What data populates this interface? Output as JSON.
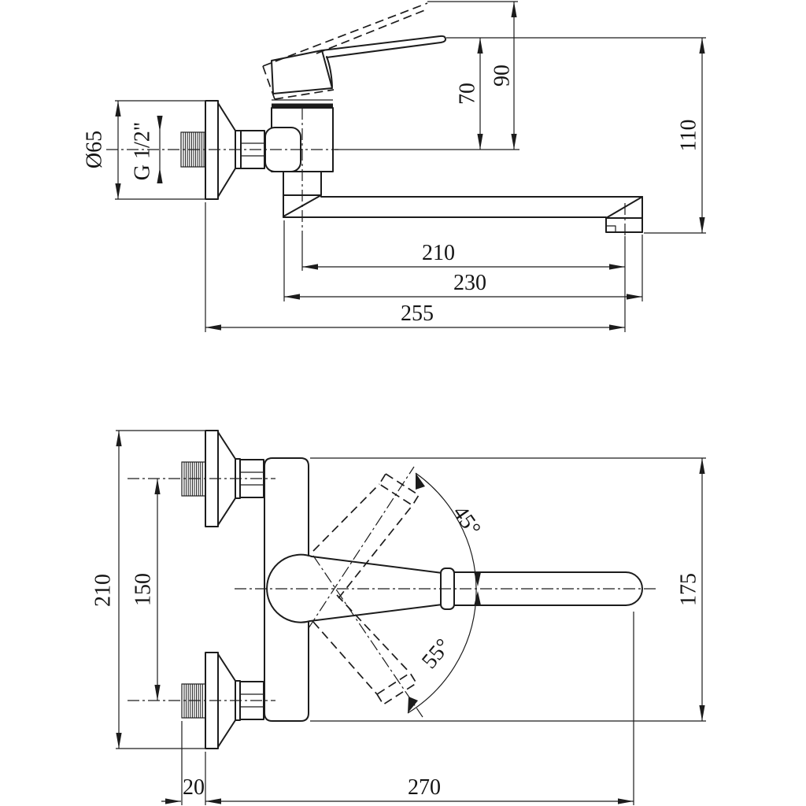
{
  "drawing": {
    "type": "faucet-installation-drawing",
    "background": "#ffffff",
    "line_color": "#1c1c1c"
  },
  "side_view": {
    "name": "side-view",
    "dims": {
      "flange_diameter": "Ø65",
      "thread_size": "G 1/2\"",
      "lever_rest_height": "70",
      "lever_raised_height": "90",
      "total_height": "110",
      "spout_reach": "210",
      "spout_length": "230",
      "total_reach": "255"
    }
  },
  "front_view": {
    "name": "front-view",
    "dims": {
      "overall_height": "210",
      "centers_distance": "150",
      "handle_up_angle": "45°",
      "handle_down_angle": "55°",
      "body_height": "175",
      "thread_length": "20",
      "spout_projection": "270"
    }
  }
}
